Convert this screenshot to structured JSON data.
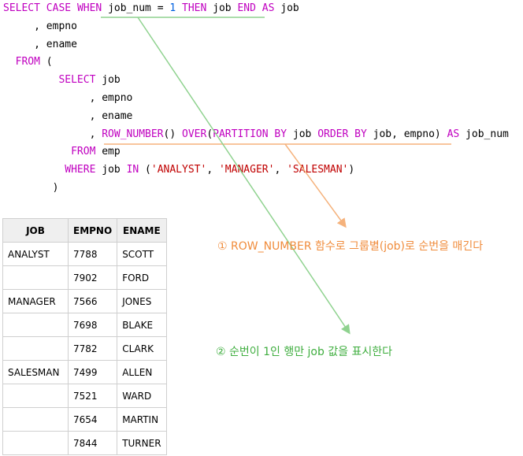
{
  "sql_lines": [
    [
      {
        "t": "SELECT",
        "k": "kw"
      },
      {
        "t": " "
      },
      {
        "t": "CASE",
        "k": "kw"
      },
      {
        "t": " "
      },
      {
        "t": "WHEN",
        "k": "kw"
      },
      {
        "t": " job_num = "
      },
      {
        "t": "1",
        "k": "num"
      },
      {
        "t": " "
      },
      {
        "t": "THEN",
        "k": "kw"
      },
      {
        "t": " job "
      },
      {
        "t": "END",
        "k": "kw"
      },
      {
        "t": " "
      },
      {
        "t": "AS",
        "k": "kw"
      },
      {
        "t": " job"
      }
    ],
    [
      {
        "t": "     , empno"
      }
    ],
    [
      {
        "t": "     , ename"
      }
    ],
    [
      {
        "t": "  "
      },
      {
        "t": "FROM",
        "k": "kw"
      },
      {
        "t": " ("
      }
    ],
    [
      {
        "t": "         "
      },
      {
        "t": "SELECT",
        "k": "kw"
      },
      {
        "t": " job"
      }
    ],
    [
      {
        "t": "              , empno"
      }
    ],
    [
      {
        "t": "              , ename"
      }
    ],
    [
      {
        "t": "              , "
      },
      {
        "t": "ROW_NUMBER",
        "k": "kw"
      },
      {
        "t": "() "
      },
      {
        "t": "OVER",
        "k": "kw"
      },
      {
        "t": "("
      },
      {
        "t": "PARTITION BY",
        "k": "kw"
      },
      {
        "t": " job "
      },
      {
        "t": "ORDER BY",
        "k": "kw"
      },
      {
        "t": " job, empno) "
      },
      {
        "t": "AS",
        "k": "kw"
      },
      {
        "t": " job_num"
      }
    ],
    [
      {
        "t": "           "
      },
      {
        "t": "FROM",
        "k": "kw"
      },
      {
        "t": " emp"
      }
    ],
    [
      {
        "t": "          "
      },
      {
        "t": "WHERE",
        "k": "kw"
      },
      {
        "t": " job "
      },
      {
        "t": "IN",
        "k": "kw"
      },
      {
        "t": " ("
      },
      {
        "t": "'ANALYST'",
        "k": "str"
      },
      {
        "t": ", "
      },
      {
        "t": "'MANAGER'",
        "k": "str"
      },
      {
        "t": ", "
      },
      {
        "t": "'SALESMAN'",
        "k": "str"
      },
      {
        "t": ")"
      }
    ],
    [
      {
        "t": "        )"
      }
    ]
  ],
  "table": {
    "headers": [
      "JOB",
      "EMPNO",
      "ENAME"
    ],
    "rows": [
      [
        "ANALYST",
        "7788",
        "SCOTT"
      ],
      [
        "",
        "7902",
        "FORD"
      ],
      [
        "MANAGER",
        "7566",
        "JONES"
      ],
      [
        "",
        "7698",
        "BLAKE"
      ],
      [
        "",
        "7782",
        "CLARK"
      ],
      [
        "SALESMAN",
        "7499",
        "ALLEN"
      ],
      [
        "",
        "7521",
        "WARD"
      ],
      [
        "",
        "7654",
        "MARTIN"
      ],
      [
        "",
        "7844",
        "TURNER"
      ]
    ]
  },
  "annotations": {
    "note1": "① ROW_NUMBER 함수로 그룹별(job)로 순번을 매긴다",
    "note2": "② 순번이 1인 행만 job 값을 표시한다"
  },
  "colors": {
    "keyword": "#c000c0",
    "number": "#0060e0",
    "string": "#c00000",
    "orange_arrow": "#f5b27c",
    "green_arrow": "#8fd28f"
  }
}
